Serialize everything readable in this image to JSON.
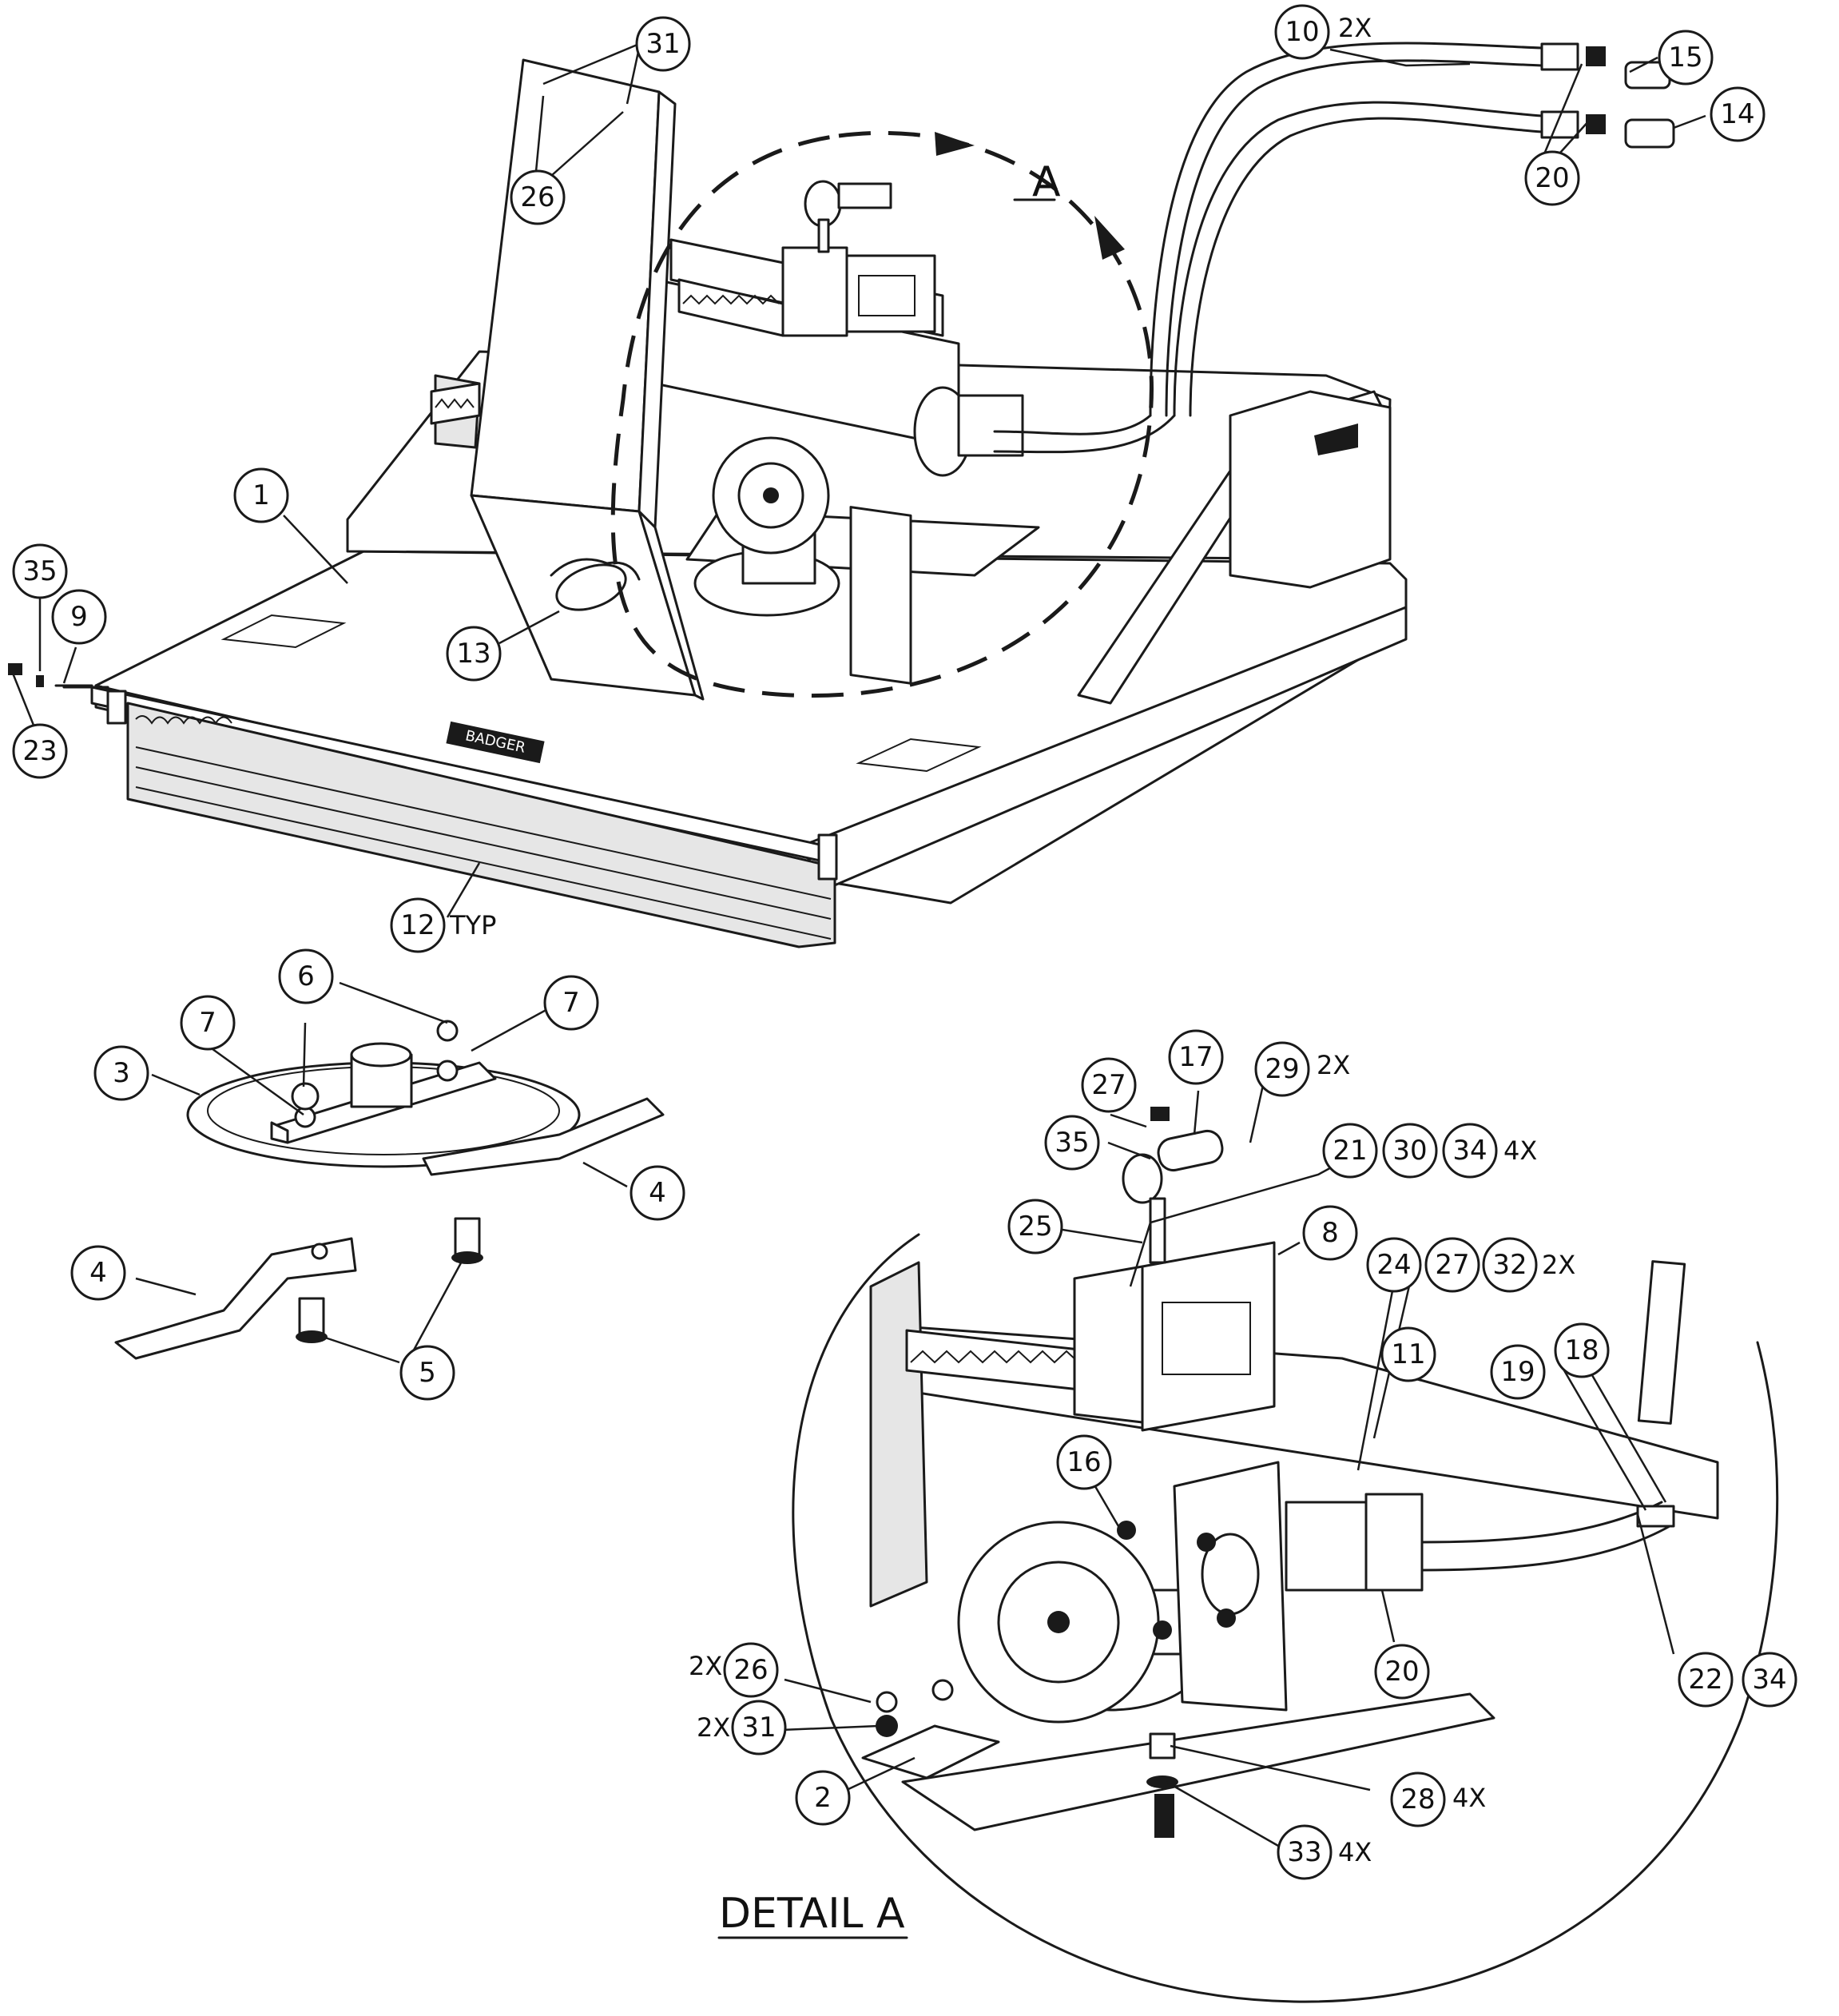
{
  "callouts": {
    "c31": "31",
    "c26": "26",
    "c10": "10",
    "c10q": "2X",
    "c15": "15",
    "c14": "14",
    "c20a": "20",
    "c1": "1",
    "c35a": "35",
    "c9": "9",
    "c23": "23",
    "c13": "13",
    "c12": "12",
    "c12q": "TYP",
    "c6": "6",
    "c7a": "7",
    "c7b": "7",
    "c3": "3",
    "c4a": "4",
    "c4b": "4",
    "c5": "5",
    "c27a": "27",
    "c17": "17",
    "c29": "29",
    "c29q": "2X",
    "c35b": "35",
    "c21": "21",
    "c30": "30",
    "c34a": "34",
    "c21q": "4X",
    "c25": "25",
    "c8": "8",
    "c24": "24",
    "c27b": "27",
    "c32": "32",
    "c24q": "2X",
    "c11": "11",
    "c19": "19",
    "c18": "18",
    "c16": "16",
    "c26b": "26",
    "c26bq": "2X",
    "c31b": "31",
    "c31bq": "2X",
    "c2": "2",
    "c20b": "20",
    "c22": "22",
    "c34b": "34",
    "c28": "28",
    "c28q": "4X",
    "c33": "33",
    "c33q": "4X"
  },
  "view_label": "A",
  "detail_title": "DETAIL  A",
  "brand_text": "BADGER"
}
